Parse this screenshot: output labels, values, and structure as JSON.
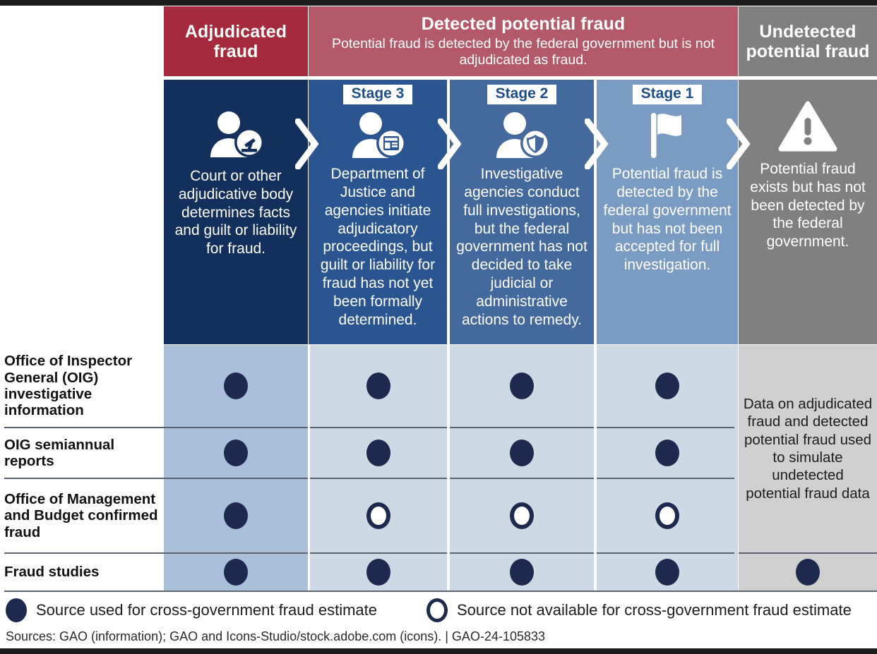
{
  "figure": {
    "categories": [
      {
        "id": "adjudicated",
        "title": "Adjudicated fraud",
        "subtitle": "",
        "color": "#a52a3c"
      },
      {
        "id": "detected",
        "title": "Detected potential fraud",
        "subtitle": "Potential fraud is detected by the federal government but is not adjudicated as fraud.",
        "color": "#b4596a"
      },
      {
        "id": "undetected",
        "title": "Undetected potential fraud",
        "subtitle": "",
        "color": "#808080"
      }
    ],
    "columns": [
      {
        "id": "adjudicated",
        "stage_label": "",
        "icon": "person-gavel-icon",
        "description": "Court or other adjudicative body determines facts and guilt or liability for fraud.",
        "header_color": "#13305c",
        "matrix_color": "#a8c0d8"
      },
      {
        "id": "stage3",
        "stage_label": "Stage 3",
        "icon": "person-document-icon",
        "description": "Department of Justice and agencies initiate adjudicatory proceedings, but guilt or liability for fraud has not yet been formally determined.",
        "header_color": "#2a5590",
        "matrix_color": "#ced9e6"
      },
      {
        "id": "stage2",
        "stage_label": "Stage 2",
        "icon": "person-shield-icon",
        "description": "Investigative agencies conduct full investigations, but the federal government has not decided to take judicial or administrative actions to remedy.",
        "header_color": "#43699d",
        "matrix_color": "#ced9e6"
      },
      {
        "id": "stage1",
        "stage_label": "Stage 1",
        "icon": "flag-icon",
        "description": "Potential fraud is detected by the federal government but has not been accepted for full investigation.",
        "header_color": "#7b9cc2",
        "matrix_color": "#ced9e6"
      },
      {
        "id": "undetected",
        "stage_label": "",
        "icon": "warning-triangle-icon",
        "description": "Potential fraud exists but has not been detected by the federal government.",
        "header_color": "#808080",
        "matrix_color": "#d0d0d0"
      }
    ],
    "rows": [
      {
        "label": "Office of Inspector General (OIG) investigative information",
        "marks": [
          "filled",
          "filled",
          "filled",
          "filled",
          "none"
        ]
      },
      {
        "label": "OIG semiannual reports",
        "marks": [
          "filled",
          "filled",
          "filled",
          "filled",
          "none"
        ]
      },
      {
        "label": "Office of Management and Budget confirmed fraud",
        "marks": [
          "filled",
          "hollow",
          "hollow",
          "hollow",
          "none"
        ]
      },
      {
        "label": "Fraud studies",
        "marks": [
          "filled",
          "filled",
          "filled",
          "filled",
          "filled"
        ]
      }
    ],
    "undetected_note": "Data on adjudicated fraud and detected potential fraud used to simulate undetected potential fraud data",
    "legend": [
      {
        "mark": "filled",
        "text": "Source used for cross-government fraud estimate"
      },
      {
        "mark": "hollow",
        "text": "Source not available for cross-government fraud estimate"
      }
    ],
    "source_line": "Sources: GAO (information); GAO and Icons-Studio/stock.adobe.com (icons).  |  GAO-24-105833",
    "accent_colors": {
      "dot": "#1d2a4d",
      "rule": "#5a6472",
      "frame": "#1c1c1c"
    }
  }
}
